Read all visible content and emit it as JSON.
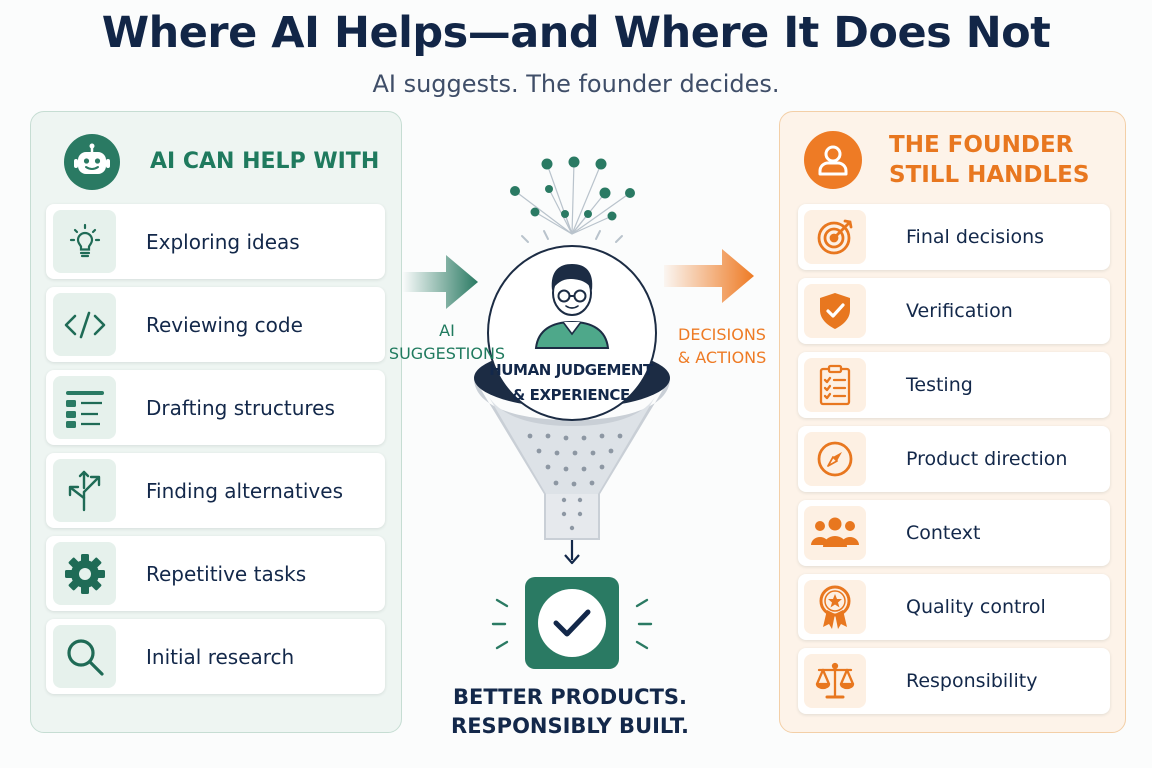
{
  "header": {
    "title": "Where AI Helps—and Where It Does Not",
    "subtitle": "AI suggests. The founder decides."
  },
  "left_panel": {
    "title_line1": "AI CAN HELP WITH",
    "icon": "robot-icon",
    "accent": "#2a7a63",
    "items": [
      {
        "label": "Exploring ideas",
        "icon": "lightbulb-icon"
      },
      {
        "label": "Reviewing code",
        "icon": "code-icon"
      },
      {
        "label": "Drafting structures",
        "icon": "outline-list-icon"
      },
      {
        "label": "Finding alternatives",
        "icon": "branch-arrows-icon"
      },
      {
        "label": "Repetitive tasks",
        "icon": "gear-icon"
      },
      {
        "label": "Initial research",
        "icon": "magnifier-icon"
      }
    ]
  },
  "right_panel": {
    "title_line1": "THE FOUNDER",
    "title_line2": "STILL HANDLES",
    "icon": "person-icon",
    "accent": "#ee7b25",
    "items": [
      {
        "label": "Final decisions",
        "icon": "target-icon"
      },
      {
        "label": "Verification",
        "icon": "shield-check-icon"
      },
      {
        "label": "Testing",
        "icon": "clipboard-checklist-icon"
      },
      {
        "label": "Product direction",
        "icon": "compass-icon"
      },
      {
        "label": "Context",
        "icon": "group-icon"
      },
      {
        "label": "Quality control",
        "icon": "award-ribbon-icon"
      },
      {
        "label": "Responsibility",
        "icon": "scales-icon"
      }
    ]
  },
  "center": {
    "ai_tag_line1": "AI",
    "ai_tag_line2": "SUGGESTIONS",
    "decision_tag_line1": "DECISIONS",
    "decision_tag_line2": "& ACTIONS",
    "circle_line1": "HUMAN JUDGEMENT",
    "circle_line2": "& EXPERIENCE",
    "result_icon": "check-circle-icon",
    "result_line1": "BETTER PRODUCTS.",
    "result_line2": "RESPONSIBLY BUILT."
  }
}
